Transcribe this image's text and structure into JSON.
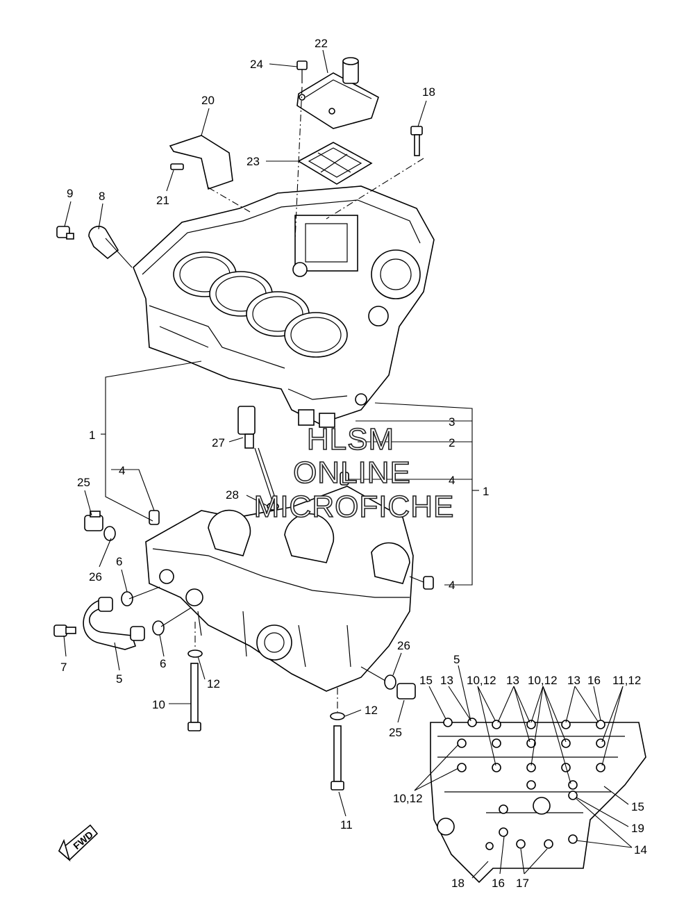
{
  "watermark": {
    "line1": "HLSM",
    "line2": "ONLINE",
    "line3": "MICROFICHE"
  },
  "direction_label": "FWD",
  "callouts": {
    "c22": "22",
    "c24": "24",
    "c18a": "18",
    "c20": "20",
    "c23": "23",
    "c21": "21",
    "c9": "9",
    "c8": "8",
    "c3": "3",
    "c2": "2",
    "c4a": "4",
    "c1a": "1",
    "c1b": "1",
    "c4b": "4",
    "c27": "27",
    "c28": "28",
    "c25a": "25",
    "c26a": "26",
    "c6a": "6",
    "c7": "7",
    "c5a": "5",
    "c6b": "6",
    "c4c": "4",
    "c12a": "12",
    "c10a": "10",
    "c26b": "26",
    "c12b": "12",
    "c25b": "25",
    "c11": "11",
    "c5b": "5",
    "c15a": "15",
    "c13a": "13",
    "c1012a": "10,12",
    "c13b": "13",
    "c1012b": "10,12",
    "c13c": "13",
    "c16a": "16",
    "c1112": "11,12",
    "c1012c": "10,12",
    "c15b": "15",
    "c19": "19",
    "c14": "14",
    "c18b": "18",
    "c16b": "16",
    "c17": "17"
  }
}
